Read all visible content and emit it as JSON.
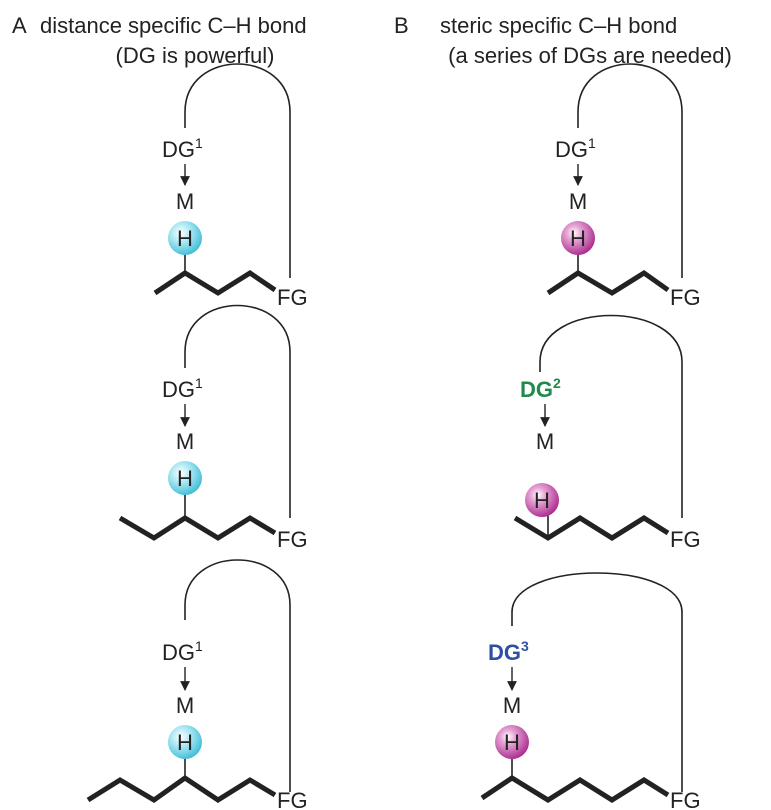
{
  "panels": {
    "a": {
      "letter": "A",
      "heading_line1": "distance specific C–H bond",
      "heading_line2": "(DG is powerful)"
    },
    "b": {
      "letter": "B",
      "heading_line1": "steric specific C–H bond",
      "heading_line2": "(a series of DGs are needed)"
    }
  },
  "labels": {
    "a1": {
      "dg": "DG",
      "sup": "1",
      "metal": "M",
      "atom": "H",
      "fg": "FG"
    },
    "a2": {
      "dg": "DG",
      "sup": "1",
      "metal": "M",
      "atom": "H",
      "fg": "FG"
    },
    "a3": {
      "dg": "DG",
      "sup": "1",
      "metal": "M",
      "atom": "H",
      "fg": "FG"
    },
    "b1": {
      "dg": "DG",
      "sup": "1",
      "metal": "M",
      "atom": "H",
      "fg": "FG"
    },
    "b2": {
      "dg": "DG",
      "sup": "2",
      "metal": "M",
      "atom": "H",
      "fg": "FG"
    },
    "b3": {
      "dg": "DG",
      "sup": "3",
      "metal": "M",
      "atom": "H",
      "fg": "FG"
    }
  },
  "colors": {
    "cyan_atom": "#5ccbe0",
    "magenta_atom": "#c0399e",
    "dg2": "#1f8a4c",
    "dg3": "#2e4fa3",
    "ink": "#222222"
  }
}
